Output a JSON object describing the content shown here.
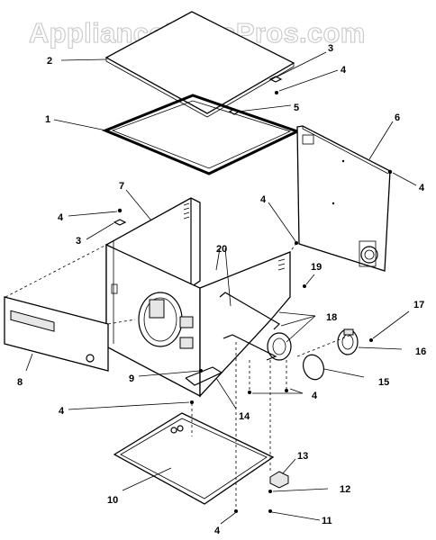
{
  "watermark": "AppliancePartsPros.com",
  "callouts": [
    {
      "id": "c2",
      "label": "2"
    },
    {
      "id": "c3a",
      "label": "3"
    },
    {
      "id": "c4a",
      "label": "4"
    },
    {
      "id": "c1",
      "label": "1"
    },
    {
      "id": "c5",
      "label": "5"
    },
    {
      "id": "c6",
      "label": "6"
    },
    {
      "id": "c4b",
      "label": "4"
    },
    {
      "id": "c7",
      "label": "7"
    },
    {
      "id": "c4c",
      "label": "4"
    },
    {
      "id": "c3b",
      "label": "3"
    },
    {
      "id": "c4d",
      "label": "4"
    },
    {
      "id": "c20",
      "label": "20"
    },
    {
      "id": "c19",
      "label": "19"
    },
    {
      "id": "c18",
      "label": "18"
    },
    {
      "id": "c17",
      "label": "17"
    },
    {
      "id": "c16",
      "label": "16"
    },
    {
      "id": "c8",
      "label": "8"
    },
    {
      "id": "c9",
      "label": "9"
    },
    {
      "id": "c15",
      "label": "15"
    },
    {
      "id": "c4e",
      "label": "4"
    },
    {
      "id": "c14",
      "label": "14"
    },
    {
      "id": "c4f",
      "label": "4"
    },
    {
      "id": "c13",
      "label": "13"
    },
    {
      "id": "c12",
      "label": "12"
    },
    {
      "id": "c10",
      "label": "10"
    },
    {
      "id": "c11",
      "label": "11"
    },
    {
      "id": "c4g",
      "label": "4"
    }
  ]
}
